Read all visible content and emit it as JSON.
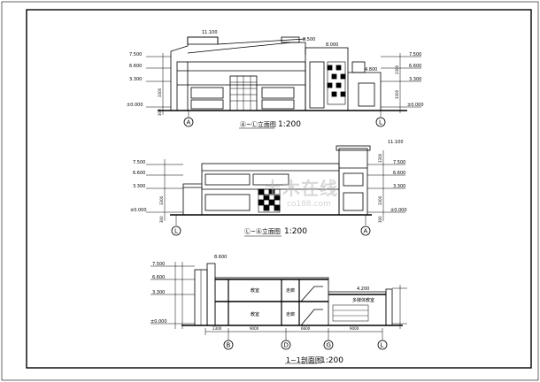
{
  "drawing": {
    "view1": {
      "title": "Ⓐ~Ⓛ立面图",
      "scale": "1:200",
      "axis_left": "A",
      "axis_right": "L",
      "top_elev": "11.100",
      "mid_elev": "8.500",
      "mid_elev2": "8.000",
      "right_elev": "4.800",
      "left_levels": [
        "7.500",
        "6.600",
        "3.300",
        "±0.000"
      ],
      "left_dims": [
        "3300",
        "300"
      ],
      "right_levels": [
        "7.500",
        "6.600",
        "3.300",
        "±0.000"
      ],
      "right_dims": [
        "2300",
        "3300"
      ]
    },
    "view2": {
      "title": "Ⓛ~Ⓐ立面图",
      "scale": "1:200",
      "axis_left": "L",
      "axis_right": "A",
      "top_elev": "11.100",
      "left_levels": [
        "7.500",
        "6.600",
        "3.300",
        "±0.000"
      ],
      "left_dims": [
        "3300",
        "300"
      ],
      "right_levels": [
        "7.500",
        "6.600",
        "3.300",
        "±0.000"
      ],
      "right_dims": [
        "3300",
        "3300",
        "300"
      ]
    },
    "view3": {
      "title": "1~1剖面图",
      "scale": "1:200",
      "top_elev": "8.600",
      "left_levels": [
        "7.500",
        "6.600",
        "3.300",
        "±0.000"
      ],
      "right_elev": "4.200",
      "room_labels": [
        "教室",
        "走廊",
        "教室",
        "走廊"
      ],
      "right_label": "多媒体教室",
      "axes": [
        "B",
        "D",
        "G",
        "L"
      ],
      "bottom_dims": [
        "2300",
        "9000",
        "6600",
        "9000"
      ]
    },
    "watermark": {
      "main": "土木在线",
      "sub": "co188.com"
    }
  }
}
